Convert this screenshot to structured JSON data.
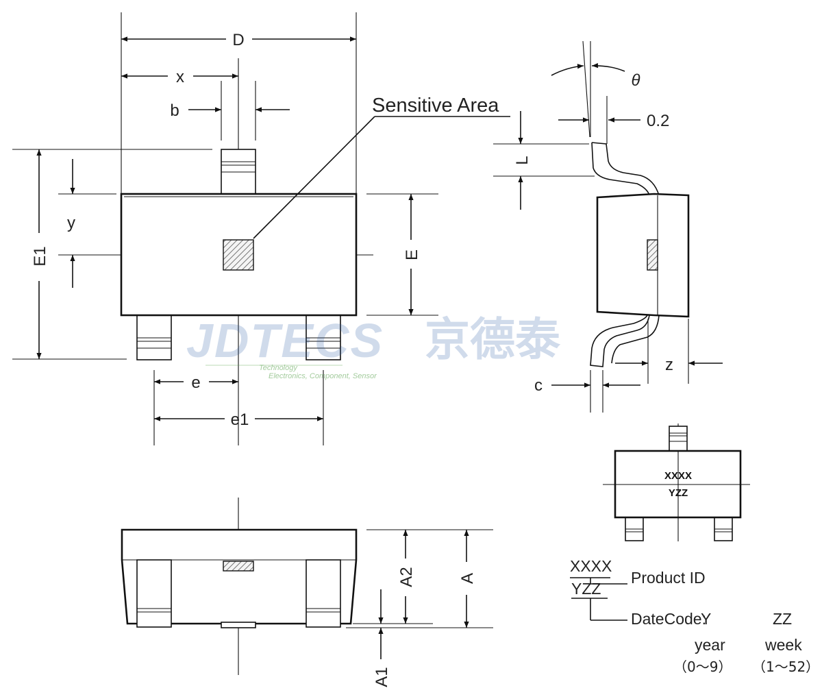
{
  "labels": {
    "D": "D",
    "x": "x",
    "b": "b",
    "y": "y",
    "E1": "E1",
    "E": "E",
    "e": "e",
    "e1": "e1",
    "sensitive_area": "Sensitive Area",
    "theta": "θ",
    "dim_02": "0.2",
    "L": "L",
    "z": "z",
    "c": "c",
    "A": "A",
    "A1": "A1",
    "A2": "A2"
  },
  "marking": {
    "line1": "XXXX",
    "line2": "YZZ"
  },
  "legend": {
    "code1": "XXXX",
    "code2": "YZZ",
    "product_id": "Product ID",
    "datecode": "DateCode:",
    "y": "Y",
    "zz": "ZZ",
    "year": "year",
    "week": "week",
    "year_range": "（0～9）",
    "week_range": "（1～52）"
  },
  "watermark": {
    "brand": "JDTECS",
    "brand_cn": "京德泰",
    "tag1": "Technology",
    "tag2": "Electronics, Component, Sensor"
  },
  "colors": {
    "line": "#111111",
    "watermark": "#2f5fa8",
    "watermark_sub": "#56a04a"
  }
}
